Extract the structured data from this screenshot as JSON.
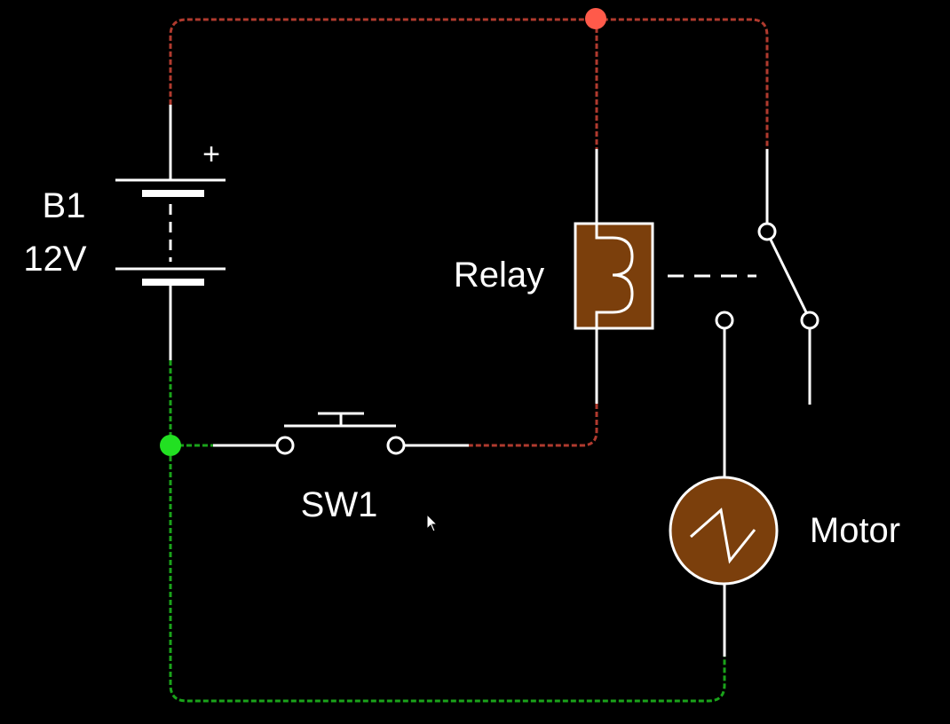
{
  "labels": {
    "battery_name": "B1",
    "battery_voltage": "12V",
    "battery_polarity": "+",
    "relay": "Relay",
    "switch": "SW1",
    "motor": "Motor"
  },
  "colors": {
    "background": "#000000",
    "component_line": "#ffffff",
    "wire_positive": "#b03a2e",
    "wire_negative": "#1aa31a",
    "node_positive": "#ff5a4a",
    "node_negative": "#22e022",
    "component_fill": "#7b3f0c"
  },
  "icons": {
    "cursor": "mouse-pointer-icon"
  }
}
